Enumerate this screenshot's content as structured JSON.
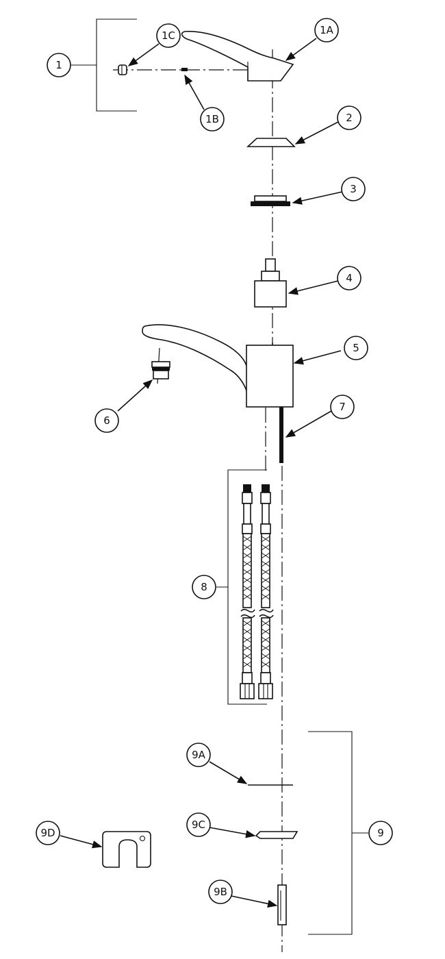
{
  "callouts": {
    "c1": "1",
    "c1A": "1A",
    "c1B": "1B",
    "c1C": "1C",
    "c2": "2",
    "c3": "3",
    "c4": "4",
    "c5": "5",
    "c6": "6",
    "c7": "7",
    "c8": "8",
    "c9": "9",
    "c9A": "9A",
    "c9B": "9B",
    "c9C": "9C",
    "c9D": "9D"
  },
  "colors": {
    "line": "#111111",
    "background": "#ffffff"
  }
}
